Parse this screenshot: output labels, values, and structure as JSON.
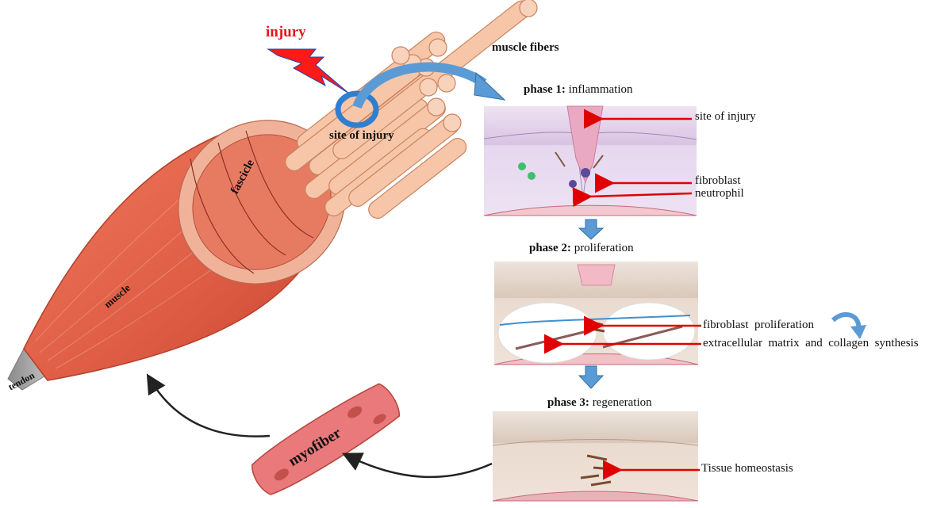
{
  "labels": {
    "injury": "injury",
    "muscle_fibers": "muscle fibers",
    "site_of_injury_muscle": "site of injury",
    "fascicle": "fascicle",
    "muscle": "muscle",
    "tendon": "tendon",
    "myofiber": "myofiber"
  },
  "phases": [
    {
      "title_bold": "phase 1:",
      "title_rest": "inflammation",
      "annotations": [
        "site of injury",
        "fibroblast",
        "neutrophil"
      ]
    },
    {
      "title_bold": "phase 2:",
      "title_rest": "proliferation",
      "annotations": [
        "fibroblast  proliferation",
        "extracellular  matrix  and  collagen  synthesis"
      ]
    },
    {
      "title_bold": "phase 3:",
      "title_rest": "regeneration",
      "annotations": [
        "Tissue homeostasis"
      ]
    }
  ],
  "colors": {
    "muscle": "#e0604a",
    "fascicle": "#ec9e82",
    "fiber": "#f6c3a4",
    "injury_bolt": "#ff1a1a",
    "injury_text": "#e8141c",
    "blue_arrow": "#5b9bd5",
    "pointer_red": "#e00000"
  }
}
